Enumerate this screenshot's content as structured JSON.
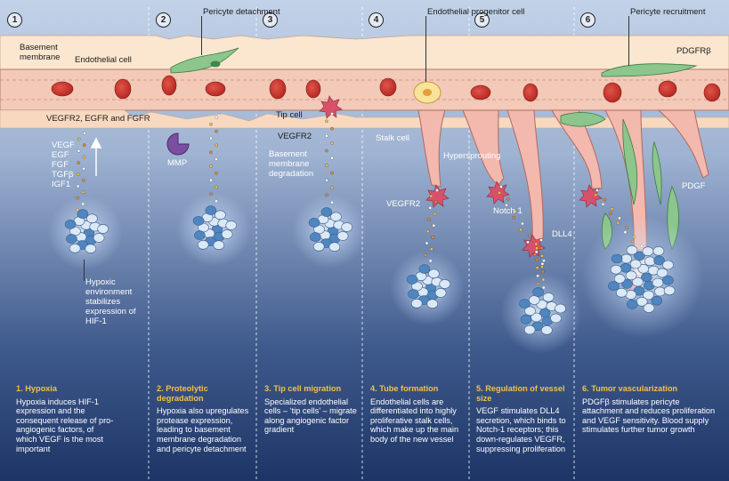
{
  "panels": [
    {
      "number": "1",
      "title": "1. Hypoxia",
      "body": "Hypoxia induces HIF-1 expression and the consequent release of pro-angiogenic factors, of which VEGF is the most important"
    },
    {
      "number": "2",
      "title": "2. Proteolytic degradation",
      "body": "Hypoxia also upregulates protease expression, leading to basement membrane degradation and pericyte detachment"
    },
    {
      "number": "3",
      "title": "3. Tip cell migration",
      "body": "Specialized endothelial cells – ‘tip cells’ – migrate along angiogenic factor gradient"
    },
    {
      "number": "4",
      "title": "4. Tube formation",
      "body": "Endothelial cells are differentiated into highly proliferative stalk cells, which make up the main body of the new vessel"
    },
    {
      "number": "5",
      "title": "5. Regulation of vessel size",
      "body": "VEGF stimulates DLL4 secretion, which binds to Notch-1 receptors; this down-regulates VEGFR, suppressing proliferation"
    },
    {
      "number": "6",
      "title": "6. Tumor vascularization",
      "body": "PDGFβ stimulates pericyte attachment and reduces proliferation and VEGF sensitivity. Blood supply stimulates further tumor growth"
    }
  ],
  "labels": {
    "basement_membrane": "Basement membrane",
    "endothelial_cell": "Endothelial cell",
    "receptors": "VEGFR2, EGFR and FGFR",
    "factors": [
      "VEGF",
      "EGF",
      "FGF",
      "TGFβ",
      "IGF1"
    ],
    "hypoxic": "Hypoxic environment stabilizes expression of HIF-1",
    "pericyte_detachment": "Pericyte detachment",
    "mmp": "MMP",
    "tip_cell": "Tip cell",
    "vegfr2_a": "VEGFR2",
    "bm_degradation": "Basement membrane degradation",
    "endothelial_progenitor": "Endothelial progenitor cell",
    "stalk_cell": "Stalk cell",
    "vegfr2_b": "VEGFR2",
    "hypersprouting": "Hypersprouting",
    "notch1": "Notch 1",
    "dll4": "DLL4",
    "pericyte_recruitment": "Pericyte recruitment",
    "pdgfrb": "PDGFRβ",
    "pdgf": "PDGF"
  },
  "colors": {
    "bg_top": "#b4c6e0",
    "bg_bottom": "#1f3769",
    "vessel": "#f3c9b8",
    "rbc": "#c8372d",
    "pericyte": "#8cc68d",
    "tip": "#d9506a",
    "tumor": "#5b94c8",
    "title": "#f4c047"
  }
}
